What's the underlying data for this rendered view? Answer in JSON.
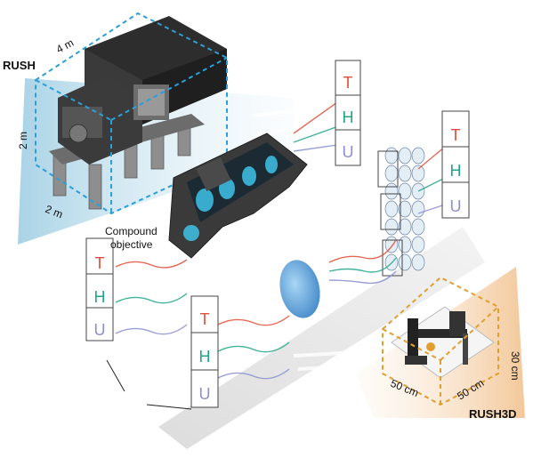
{
  "labels": {
    "rush": "RUSH",
    "rush3d": "RUSH3D",
    "compound_objective": [
      "Compound",
      "objective"
    ],
    "dim_4m": "4 m",
    "dim_2m_height": "2 m",
    "dim_2m_depth": "2 m",
    "dim_50cm_a": "50 cm",
    "dim_50cm_b": "50 cm",
    "dim_30cm": "30 cm"
  },
  "panel_letters": [
    "T",
    "H",
    "U"
  ],
  "colors": {
    "letter_T": "#e0503a",
    "letter_H": "#22a58a",
    "letter_U": "#8a8fd0",
    "rush_box": "#2a9fd8",
    "rush3d_box": "#e0a030",
    "beam_blue": "#b9dbe9",
    "beam_orange": "#f6d6b4",
    "objective_glow": "#3fc3e8",
    "lens": "#6aaee0"
  }
}
